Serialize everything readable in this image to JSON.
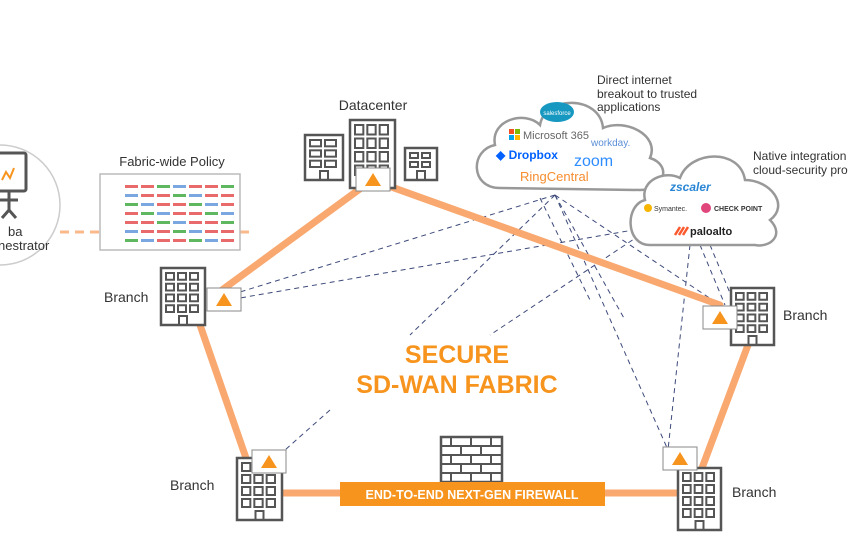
{
  "orchestrator": {
    "label_line1": "ba",
    "label_line2": "nestrator"
  },
  "policy": {
    "title": "Fabric-wide Policy"
  },
  "datacenter": {
    "label": "Datacenter"
  },
  "branches": [
    {
      "label": "Branch"
    },
    {
      "label": "Branch"
    },
    {
      "label": "Branch"
    },
    {
      "label": "Branch"
    }
  ],
  "fabric": {
    "line1": "SECURE",
    "line2": "SD-WAN FABRIC"
  },
  "firewall": {
    "label": "END-TO-END NEXT-GEN FIREWALL"
  },
  "saas_cloud": {
    "caption_lines": [
      "Direct internet",
      "breakout to trusted",
      "applications"
    ],
    "logos": [
      "salesforce",
      "Microsoft 365",
      "workday.",
      "Dropbox",
      "zoom",
      "RingCentral"
    ]
  },
  "security_cloud": {
    "caption_lines": [
      "Native integration",
      "cloud-security pro"
    ],
    "logos": [
      "zscaler",
      "Symantec.",
      "CHECK POINT",
      "paloalto"
    ]
  },
  "colors": {
    "orange": "#f7941d",
    "fabric_line": "#f9a86f",
    "dashed": "#3d4a7a",
    "gray": "#999999"
  }
}
